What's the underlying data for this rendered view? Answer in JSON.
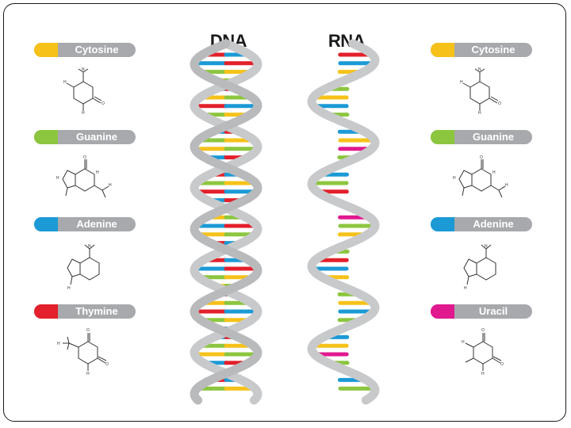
{
  "titles": {
    "dna": "DNA",
    "rna": "RNA"
  },
  "colors": {
    "cytosine": "#f6c21a",
    "guanine": "#8cc63f",
    "adenine": "#1b9ad6",
    "thymine": "#e3202b",
    "uracil": "#e0198f",
    "backbone": "#c8c9cb",
    "label_bar": "#a7a9ac"
  },
  "left_legend": [
    {
      "name": "Cytosine",
      "color": "#f6c21a",
      "icon": "cytosine-structure-icon"
    },
    {
      "name": "Guanine",
      "color": "#8cc63f",
      "icon": "guanine-structure-icon"
    },
    {
      "name": "Adenine",
      "color": "#1b9ad6",
      "icon": "adenine-structure-icon"
    },
    {
      "name": "Thymine",
      "color": "#e3202b",
      "icon": "thymine-structure-icon"
    }
  ],
  "right_legend": [
    {
      "name": "Cytosine",
      "color": "#f6c21a",
      "icon": "cytosine-structure-icon"
    },
    {
      "name": "Guanine",
      "color": "#8cc63f",
      "icon": "guanine-structure-icon"
    },
    {
      "name": "Adenine",
      "color": "#1b9ad6",
      "icon": "adenine-structure-icon"
    },
    {
      "name": "Uracil",
      "color": "#e0198f",
      "icon": "uracil-structure-icon"
    }
  ]
}
